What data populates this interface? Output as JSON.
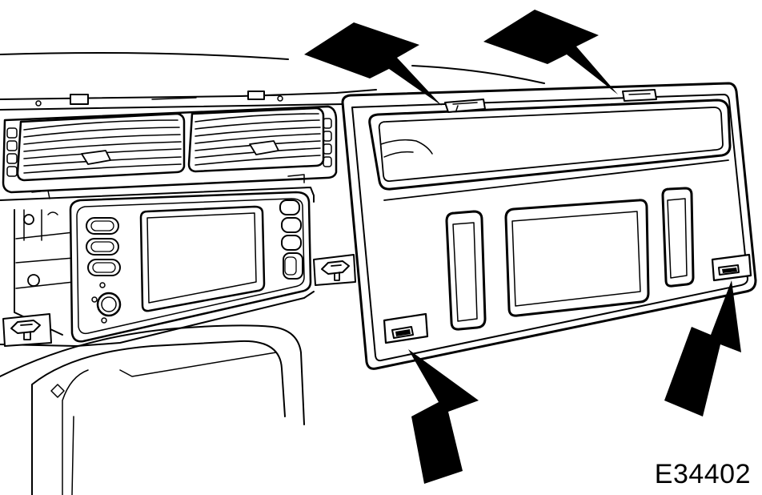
{
  "figure": {
    "code": "E34402",
    "ink_color": "#000000",
    "background_color": "#ffffff"
  },
  "callouts": [
    {
      "name": "arrow-upper-left",
      "icon": "arrow-icon",
      "target": "upper-clip-left"
    },
    {
      "name": "arrow-upper-right",
      "icon": "arrow-icon",
      "target": "upper-clip-right"
    },
    {
      "name": "arrow-lower-left",
      "icon": "arrow-icon",
      "target": "lower-clip-left"
    },
    {
      "name": "arrow-lower-right",
      "icon": "arrow-icon",
      "target": "lower-clip-right"
    }
  ]
}
